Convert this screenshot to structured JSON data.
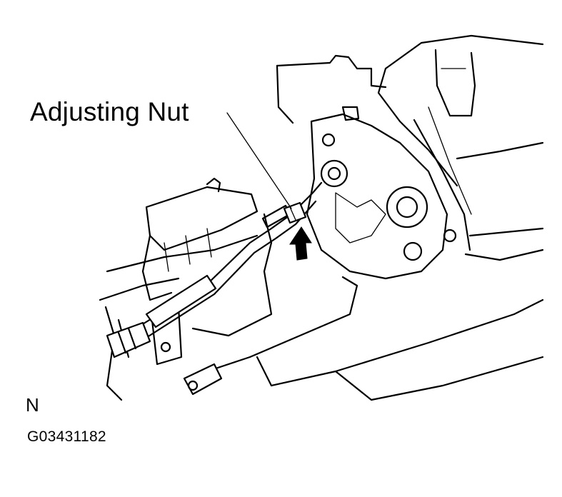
{
  "labels": {
    "callout": "Adjusting Nut",
    "view": "N",
    "figure_code": "G03431182"
  },
  "colors": {
    "line": "#000000",
    "background": "#ffffff"
  }
}
